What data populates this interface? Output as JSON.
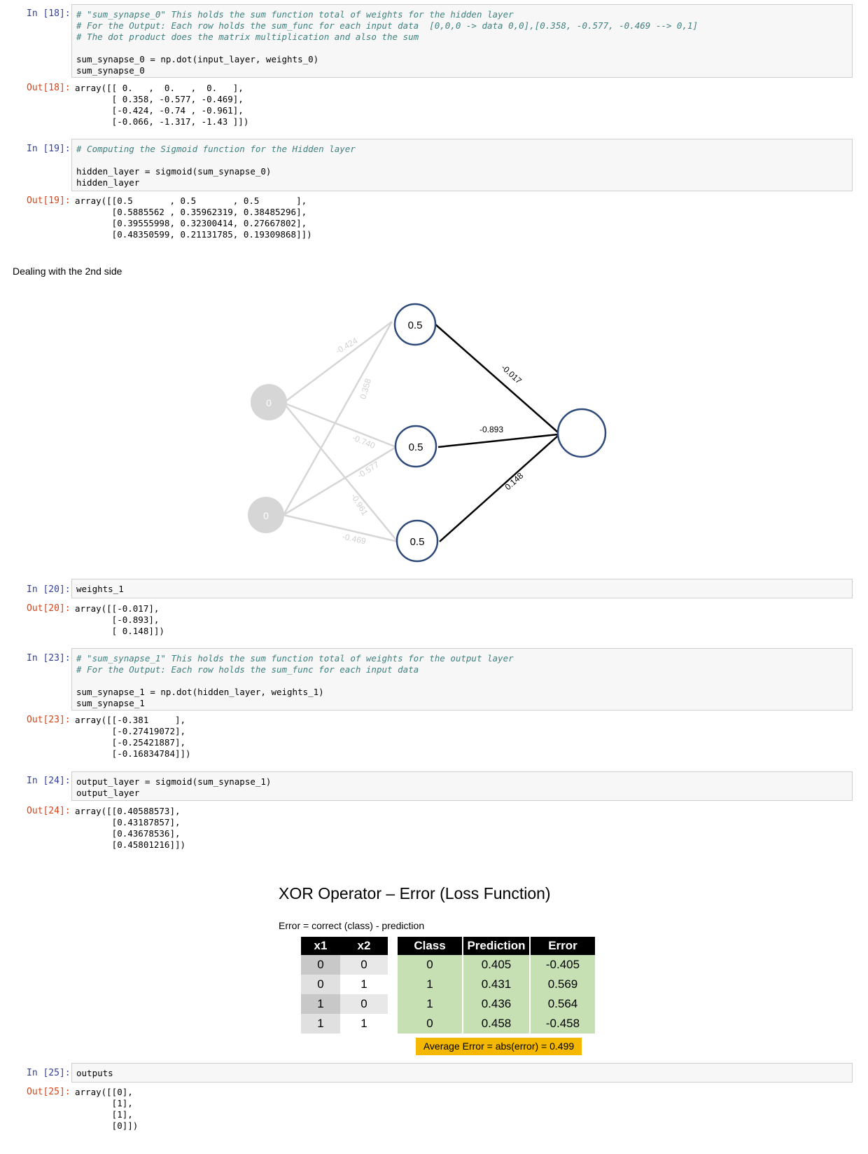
{
  "cells": {
    "c18": {
      "in_prompt": "In [18]:",
      "code": [
        {
          "type": "comment",
          "text": "# \"sum_synapse_0\" This holds the sum function total of weights for the hidden layer"
        },
        {
          "type": "comment",
          "text": "# For the Output: Each row holds the sum_func for each input data  [0,0,0 -> data 0,0],[0.358, -0.577, -0.469 --> 0,1]"
        },
        {
          "type": "comment",
          "text": "# The dot product does the matrix multiplication and also the sum"
        },
        {
          "type": "code",
          "text": ""
        },
        {
          "type": "code",
          "text": "sum_synapse_0 = np.dot(input_layer, weights_0)"
        },
        {
          "type": "code",
          "text": "sum_synapse_0"
        }
      ],
      "out_prompt": "Out[18]:",
      "output": "array([[ 0.   ,  0.   ,  0.   ],\n       [ 0.358, -0.577, -0.469],\n       [-0.424, -0.74 , -0.961],\n       [-0.066, -1.317, -1.43 ]])"
    },
    "c19": {
      "in_prompt": "In [19]:",
      "code": [
        {
          "type": "comment",
          "text": "# Computing the Sigmoid function for the Hidden layer"
        },
        {
          "type": "code",
          "text": ""
        },
        {
          "type": "code",
          "text": "hidden_layer = sigmoid(sum_synapse_0)"
        },
        {
          "type": "code",
          "text": "hidden_layer"
        }
      ],
      "out_prompt": "Out[19]:",
      "output": "array([[0.5       , 0.5       , 0.5       ],\n       [0.5885562 , 0.35962319, 0.38485296],\n       [0.39555998, 0.32300414, 0.27667802],\n       [0.48350599, 0.21131785, 0.19309868]])"
    },
    "c20": {
      "in_prompt": "In [20]:",
      "code": [
        {
          "type": "code",
          "text": "weights_1"
        }
      ],
      "out_prompt": "Out[20]:",
      "output": "array([[-0.017],\n       [-0.893],\n       [ 0.148]])"
    },
    "c23": {
      "in_prompt": "In [23]:",
      "code": [
        {
          "type": "comment",
          "text": "# \"sum_synapse_1\" This holds the sum function total of weights for the output layer"
        },
        {
          "type": "comment",
          "text": "# For the Output: Each row holds the sum_func for each input data"
        },
        {
          "type": "code",
          "text": ""
        },
        {
          "type": "code",
          "text": "sum_synapse_1 = np.dot(hidden_layer, weights_1)"
        },
        {
          "type": "code",
          "text": "sum_synapse_1"
        }
      ],
      "out_prompt": "Out[23]:",
      "output": "array([[-0.381     ],\n       [-0.27419072],\n       [-0.25421887],\n       [-0.16834784]])"
    },
    "c24": {
      "in_prompt": "In [24]:",
      "code": [
        {
          "type": "code",
          "text": "output_layer = sigmoid(sum_synapse_1)"
        },
        {
          "type": "code",
          "text": "output_layer"
        }
      ],
      "out_prompt": "Out[24]:",
      "output": "array([[0.40588573],\n       [0.43187857],\n       [0.43678536],\n       [0.45801216]])"
    },
    "c25": {
      "in_prompt": "In [25]:",
      "code": [
        {
          "type": "code",
          "text": "outputs"
        }
      ],
      "out_prompt": "Out[25]:",
      "output": "array([[0],\n       [1],\n       [1],\n       [0]])"
    }
  },
  "markdown": {
    "heading": "Dealing with the 2nd side"
  },
  "network": {
    "input_nodes": [
      "0",
      "0"
    ],
    "hidden_nodes": [
      "0.5",
      "0.5",
      "0.5"
    ],
    "input_weights": [
      "-0.424",
      "0.358",
      "-0.740",
      "-0.577",
      "-0.961",
      "-0.469"
    ],
    "output_weights": [
      "-0.017",
      "-0.893",
      "0.148"
    ]
  },
  "xor": {
    "title": "XOR Operator – Error (Loss Function)",
    "formula": "Error = correct (class) - prediction",
    "headers": [
      "x1",
      "x2",
      "Class",
      "Prediction",
      "Error"
    ],
    "rows": [
      [
        "0",
        "0",
        "0",
        "0.405",
        "-0.405"
      ],
      [
        "0",
        "1",
        "1",
        "0.431",
        "0.569"
      ],
      [
        "1",
        "0",
        "1",
        "0.436",
        "0.564"
      ],
      [
        "1",
        "1",
        "0",
        "0.458",
        "-0.458"
      ]
    ],
    "average": "Average Error = abs(error) = 0.499"
  },
  "colors": {
    "in_prompt": "#303f9f",
    "out_prompt": "#d84315",
    "comment": "#408080",
    "node_border": "#2e4a7a",
    "avg_bg": "#f5b800",
    "green": "#c6e0b4"
  }
}
